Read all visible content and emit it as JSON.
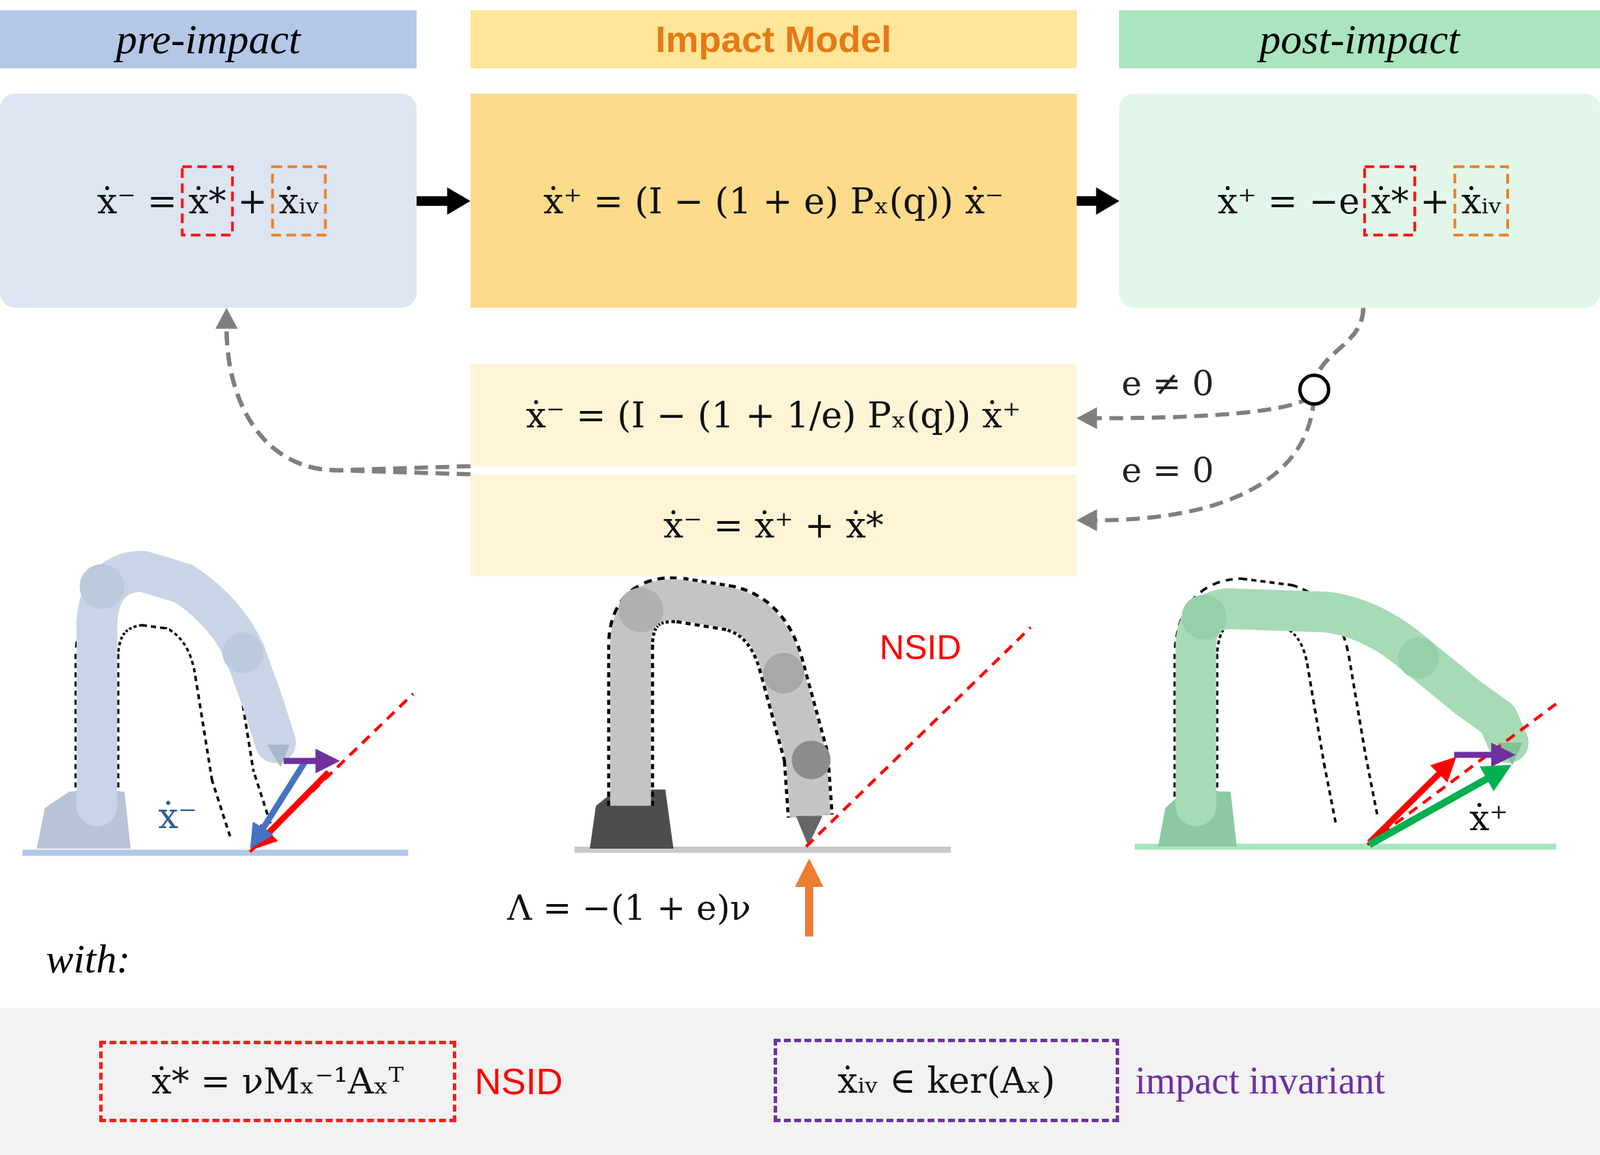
{
  "diagram": {
    "nodes": [
      {
        "text": [
          "pre-impact"
        ]
      },
      {
        "text": [
          "Impact Model"
        ]
      },
      {
        "text": [
          "post-impact"
        ]
      },
      {
        "text": [
          "ẋ⁻ = ẋ* + ẋᵢᵥ"
        ]
      },
      {
        "text": [
          "ẋ⁺ = (I − (1 + e) Pₓ(q)) ẋ⁻"
        ]
      },
      {
        "text": [
          "ẋ⁺ = −e ẋ* + ẋᵢᵥ"
        ]
      },
      {
        "text": [
          "ẋ⁻ = (I − (1 + 1/e) Pₓ(q)) ẋ⁺"
        ]
      },
      {
        "text": [
          "ẋ⁻ = ẋ⁺ + ẋ*"
        ]
      },
      {
        "text": [
          "ẋ* = νMₓ⁻¹Aₓᵀ",
          "NSID"
        ]
      },
      {
        "text": [
          "ẋᵢᵥ ∈ ker(Aₓ)",
          "impact invariant"
        ]
      }
    ],
    "edges": [
      {
        "from": 3,
        "to": 4,
        "arrow": "to"
      },
      {
        "from": 4,
        "to": 5,
        "arrow": "to"
      },
      {
        "from": 5,
        "to": 6,
        "label": "e ≠ 0",
        "arrow": "to"
      },
      {
        "from": 5,
        "to": 7,
        "label": "e = 0",
        "arrow": "to"
      },
      {
        "from": 6,
        "to": 3,
        "arrow": "to"
      },
      {
        "from": 7,
        "to": 3,
        "arrow": "to"
      }
    ],
    "labels": [
      "with:",
      "NSID",
      "Λ = −(1 + e)ν",
      "ẋ⁻",
      "ẋ⁺"
    ]
  }
}
